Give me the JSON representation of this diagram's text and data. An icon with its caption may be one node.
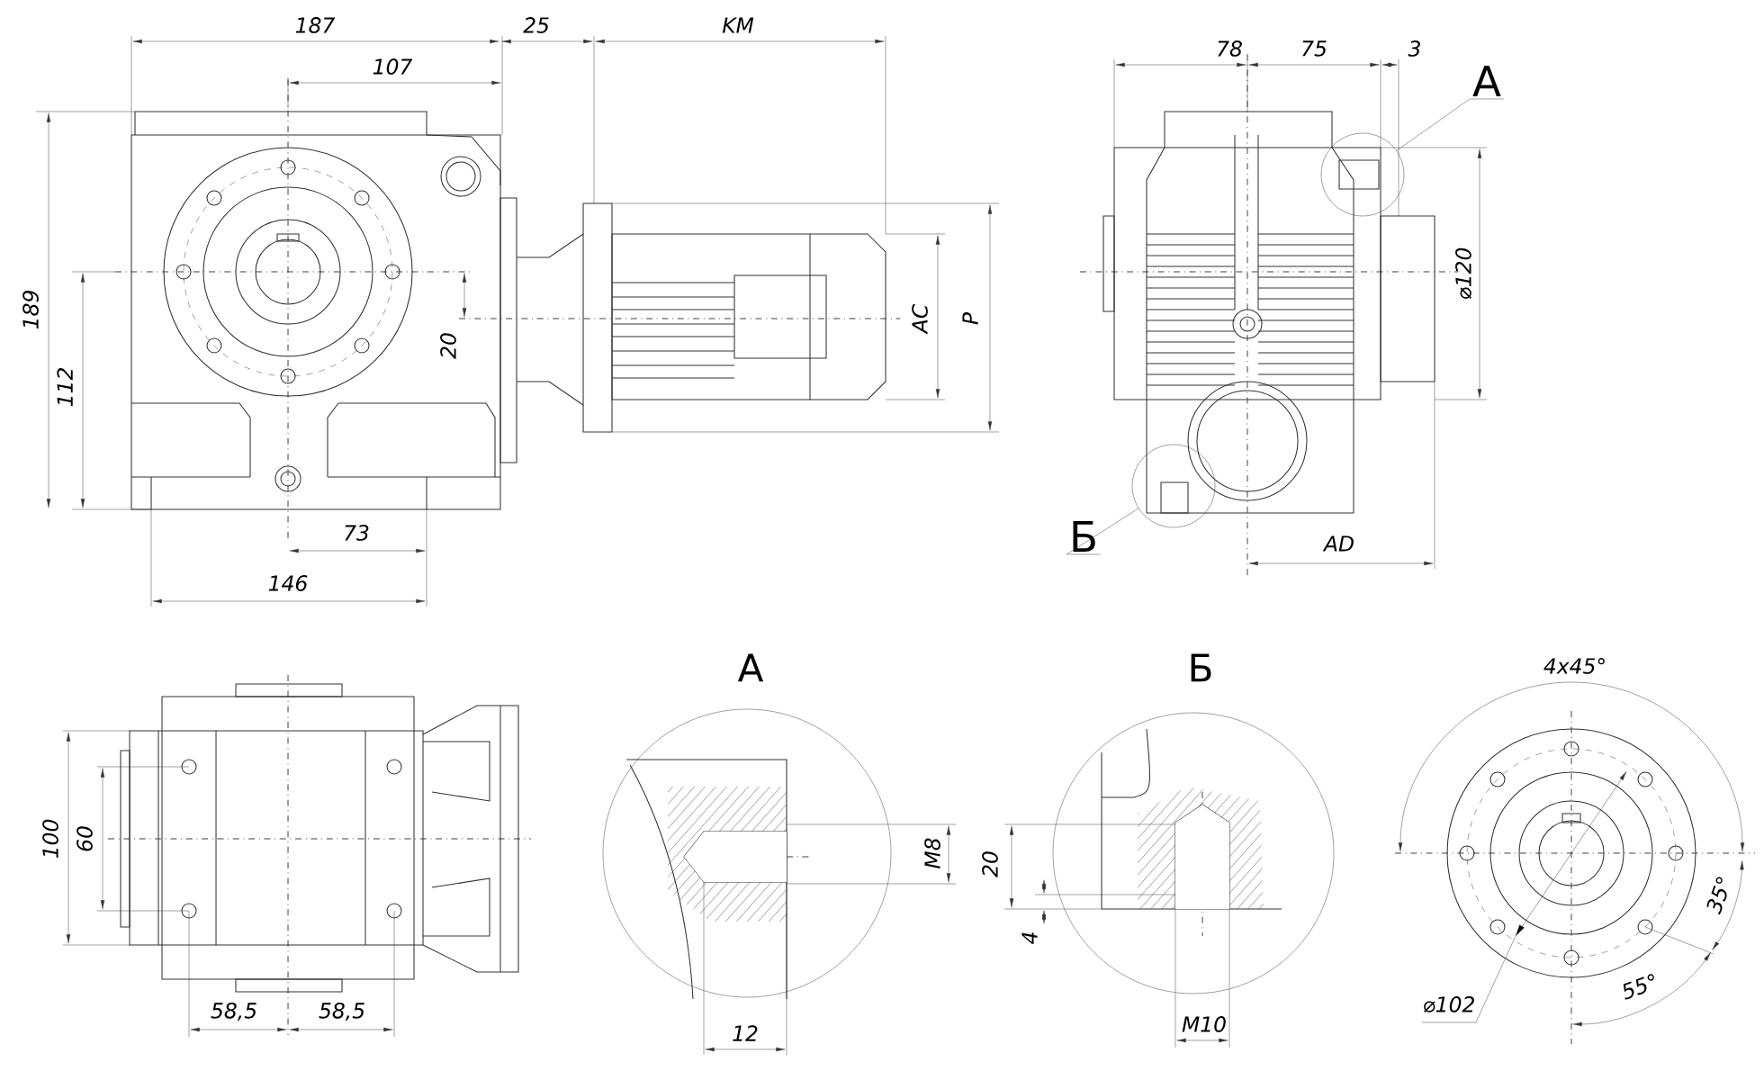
{
  "diagram": {
    "nodes": [
      {
        "text": [
          "А"
        ]
      },
      {
        "text": [],
        "shape": "circle"
      },
      {
        "text": [
          "Б"
        ]
      },
      {
        "text": [],
        "shape": "circle"
      }
    ],
    "edges": [
      {
        "from": 0,
        "to": 1,
        "arrow": "none"
      },
      {
        "from": 2,
        "to": 3,
        "arrow": "none"
      }
    ],
    "labels": [
      "187",
      "25",
      "KM",
      "107",
      "78",
      "75",
      "3",
      "189",
      "112",
      "20",
      "AC",
      "P",
      "⌀120",
      "73",
      "146",
      "AD",
      "А",
      "Б",
      "4x45°",
      "100",
      "60",
      "M8",
      "20",
      "4",
      "58,5",
      "58,5",
      "12",
      "M10",
      "35°",
      "55°",
      "⌀102"
    ]
  }
}
